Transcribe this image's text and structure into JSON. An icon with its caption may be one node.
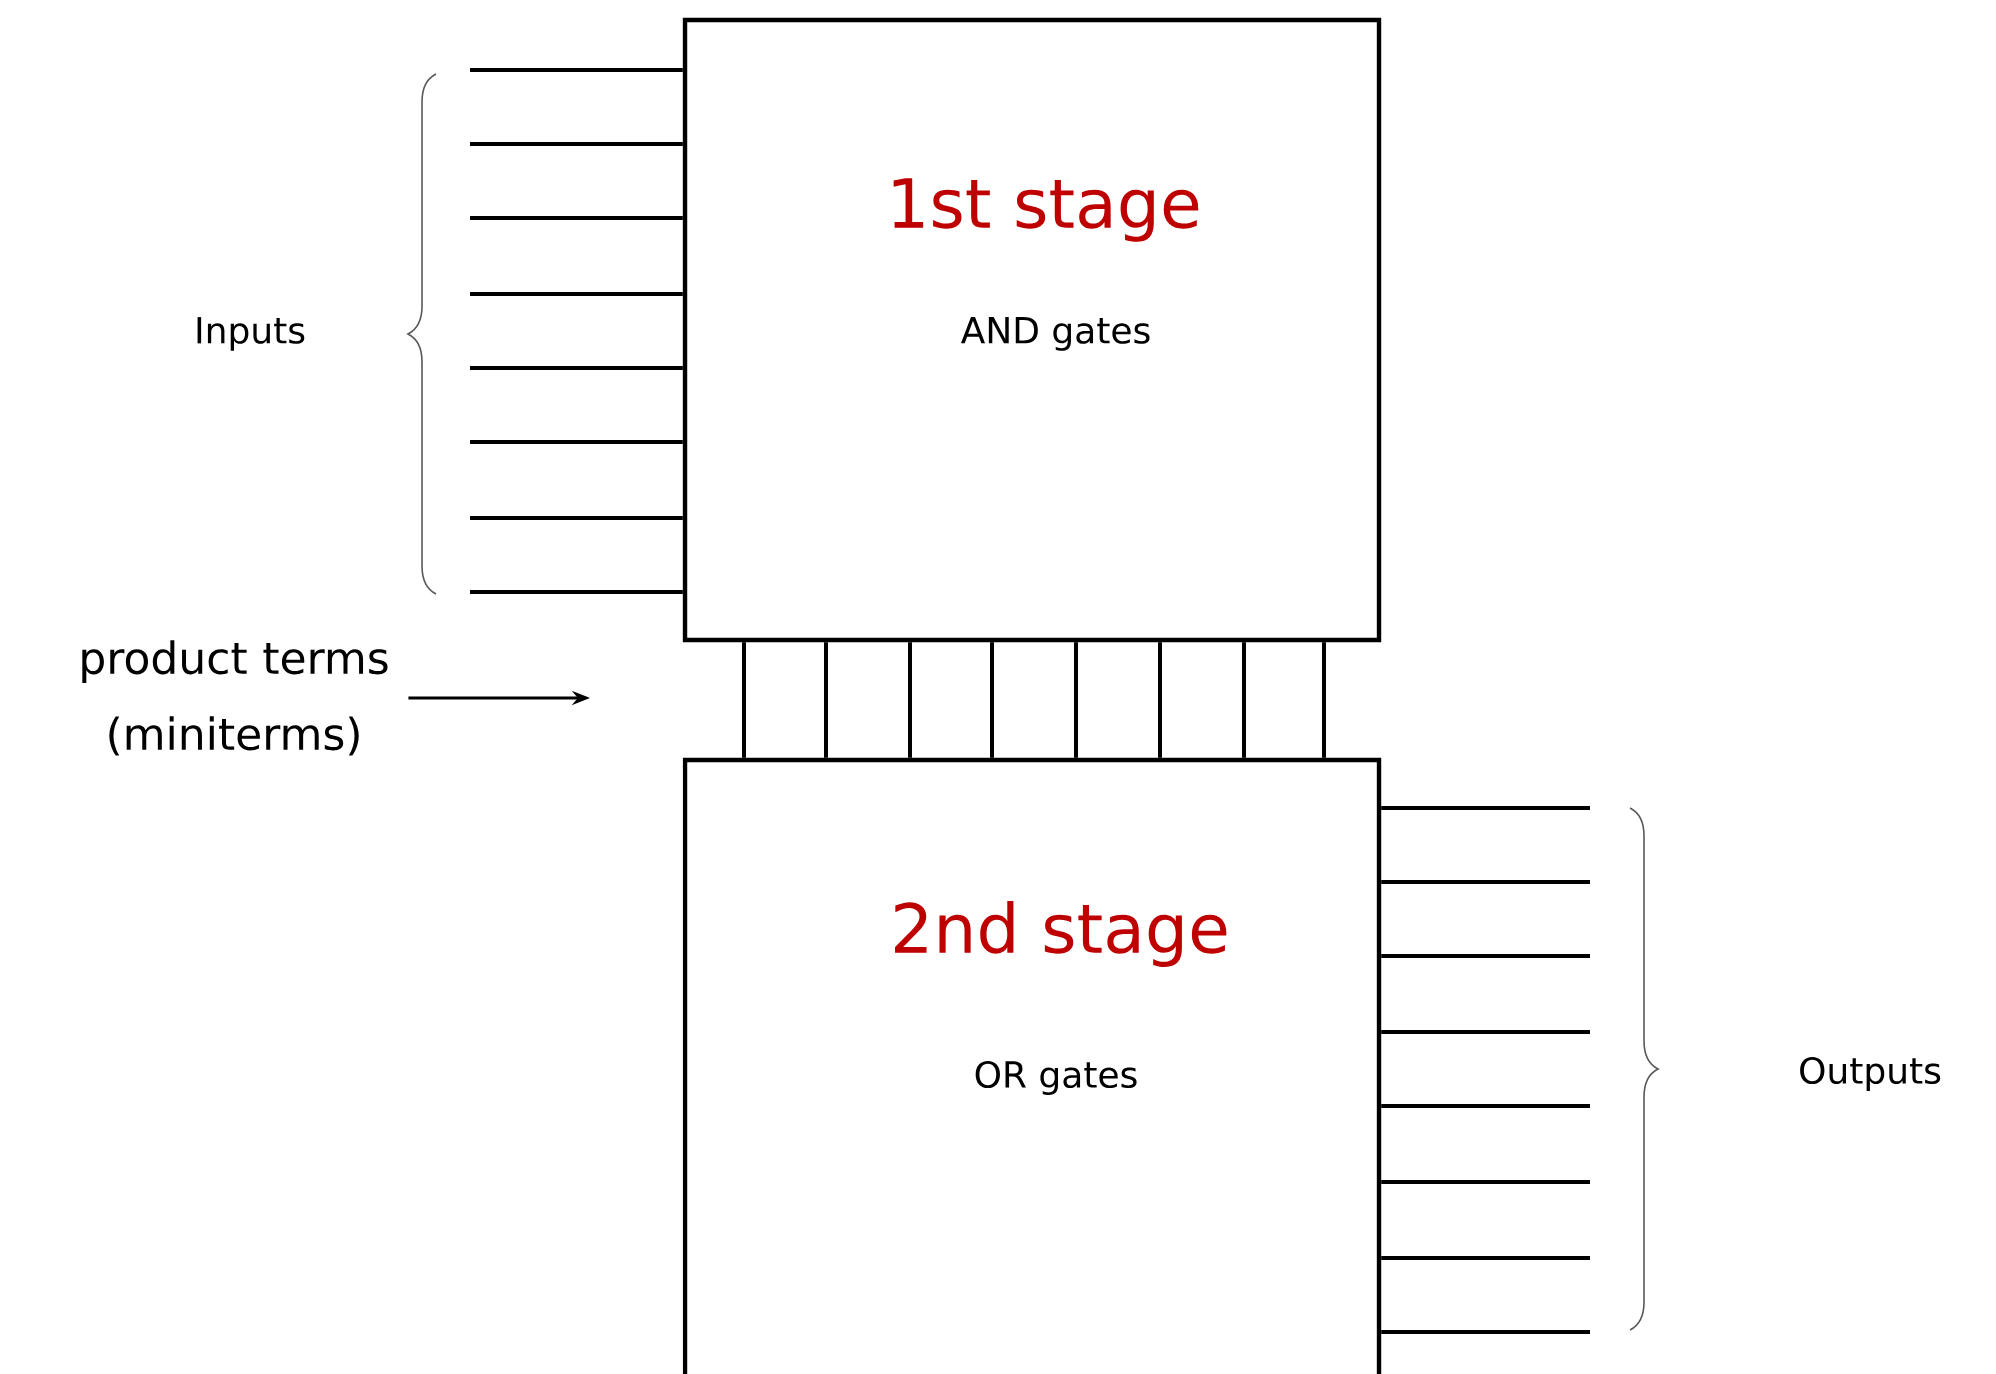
{
  "diagram": {
    "nodes": [
      {
        "text": [
          "1st stage",
          "AND gates"
        ]
      },
      {
        "text": [
          "2nd stage",
          "OR gates"
        ]
      },
      {
        "text": [
          "product terms (miniterms)"
        ]
      }
    ],
    "edges": [
      {
        "from": null,
        "to": 0,
        "arrow": "none"
      },
      {
        "from": null,
        "to": 0,
        "arrow": "none"
      },
      {
        "from": null,
        "to": 0,
        "arrow": "none"
      },
      {
        "from": null,
        "to": 0,
        "arrow": "none"
      },
      {
        "from": null,
        "to": 0,
        "arrow": "none"
      },
      {
        "from": null,
        "to": 0,
        "arrow": "none"
      },
      {
        "from": null,
        "to": 0,
        "arrow": "none"
      },
      {
        "from": null,
        "to": 0,
        "arrow": "none"
      },
      {
        "from": 0,
        "to": 1,
        "arrow": "none"
      },
      {
        "from": 0,
        "to": 1,
        "arrow": "none"
      },
      {
        "from": 0,
        "to": 1,
        "arrow": "none"
      },
      {
        "from": 0,
        "to": 1,
        "arrow": "none"
      },
      {
        "from": 0,
        "to": 1,
        "arrow": "none"
      },
      {
        "from": 0,
        "to": 1,
        "arrow": "none"
      },
      {
        "from": 0,
        "to": 1,
        "arrow": "none"
      },
      {
        "from": 0,
        "to": 1,
        "arrow": "none"
      },
      {
        "from": 1,
        "to": null,
        "arrow": "none"
      },
      {
        "from": 1,
        "to": null,
        "arrow": "none"
      },
      {
        "from": 1,
        "to": null,
        "arrow": "none"
      },
      {
        "from": 1,
        "to": null,
        "arrow": "none"
      },
      {
        "from": 1,
        "to": null,
        "arrow": "none"
      },
      {
        "from": 1,
        "to": null,
        "arrow": "none"
      },
      {
        "from": 1,
        "to": null,
        "arrow": "none"
      },
      {
        "from": 1,
        "to": null,
        "arrow": "none"
      },
      {
        "from": 2,
        "to": null,
        "arrow": "to"
      }
    ],
    "labels": [
      "Inputs",
      "Outputs"
    ]
  }
}
